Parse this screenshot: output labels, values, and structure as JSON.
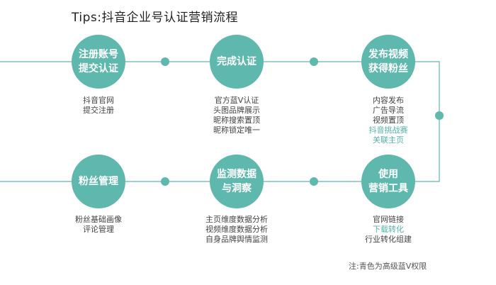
{
  "title": "Tips:抖音企业号认证营销流程",
  "accent_color": "#5fb8ad",
  "highlight_color": "#52b3a8",
  "steps": [
    {
      "name_lines": [
        "注册账号",
        "提交认证"
      ],
      "items": [
        {
          "text": "抖音官网",
          "premium": false
        },
        {
          "text": "提交注册",
          "premium": false
        }
      ]
    },
    {
      "name_lines": [
        "完成认证"
      ],
      "items": [
        {
          "text": "官方蓝V认证",
          "premium": false
        },
        {
          "text": "头图品牌展示",
          "premium": false
        },
        {
          "text": "昵称搜索置顶",
          "premium": false
        },
        {
          "text": "昵称锁定唯一",
          "premium": false
        }
      ]
    },
    {
      "name_lines": [
        "发布视频",
        "获得粉丝"
      ],
      "items": [
        {
          "text": "内容发布",
          "premium": false
        },
        {
          "text": "广告导流",
          "premium": false
        },
        {
          "text": "视频置顶",
          "premium": false
        },
        {
          "text": "抖音挑战赛",
          "premium": true
        },
        {
          "text": "关联主页",
          "premium": true
        }
      ]
    },
    {
      "name_lines": [
        "使用",
        "营销工具"
      ],
      "items": [
        {
          "text": "官网链接",
          "premium": false
        },
        {
          "text": "下载转化",
          "premium": true
        },
        {
          "text": "行业转化组建",
          "premium": false
        }
      ]
    },
    {
      "name_lines": [
        "监测数据",
        "与洞察"
      ],
      "items": [
        {
          "text": "主页维度数据分析",
          "premium": false
        },
        {
          "text": "视频维度数据分析",
          "premium": false
        },
        {
          "text": "自身品牌舆情监测",
          "premium": false
        }
      ]
    },
    {
      "name_lines": [
        "粉丝管理"
      ],
      "items": [
        {
          "text": "粉丝基础画像",
          "premium": false
        },
        {
          "text": "评论管理",
          "premium": false
        }
      ]
    }
  ],
  "note": "注:青色为高级蓝V权限"
}
